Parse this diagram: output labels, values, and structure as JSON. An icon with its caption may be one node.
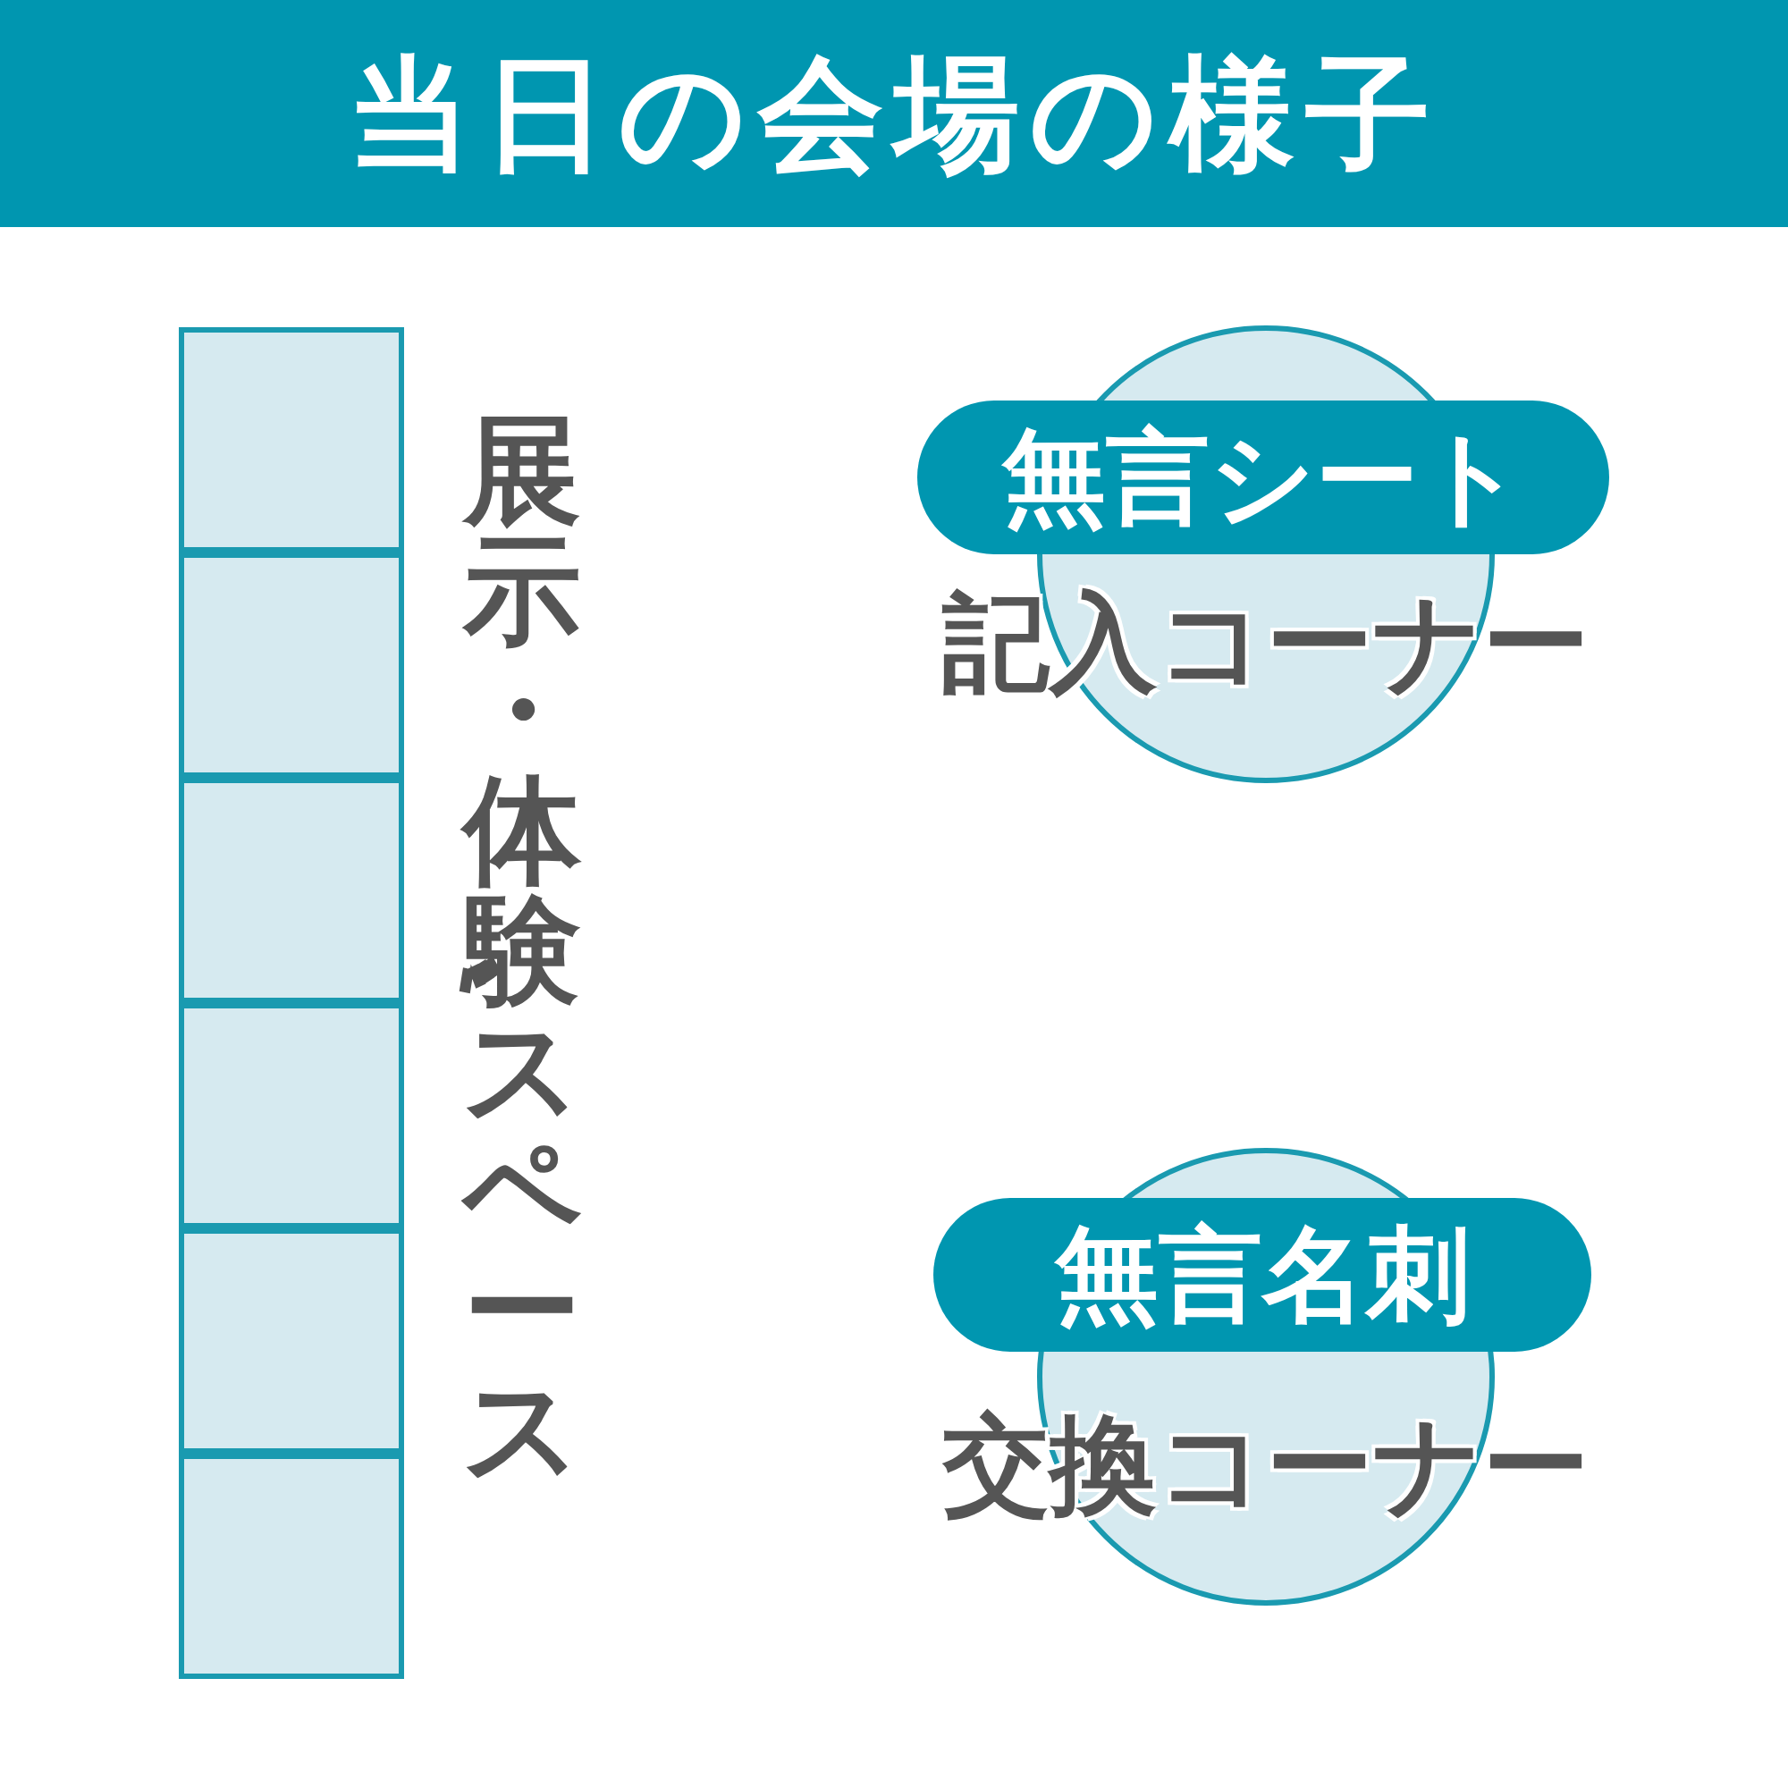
{
  "diagram": {
    "title": "当日の会場の様子",
    "nodes": [
      {
        "text": [],
        "shape": "box"
      },
      {
        "text": [],
        "shape": "box"
      },
      {
        "text": [],
        "shape": "box"
      },
      {
        "text": [],
        "shape": "box"
      },
      {
        "text": [],
        "shape": "box"
      },
      {
        "text": [],
        "shape": "box"
      },
      {
        "text": [
          "無言シート"
        ]
      },
      {
        "text": [
          "記入コーナー"
        ]
      },
      {
        "text": [
          "無言名刺"
        ]
      },
      {
        "text": [
          "交換コーナー"
        ]
      }
    ],
    "labels": [
      "展示・体験スペース"
    ]
  }
}
